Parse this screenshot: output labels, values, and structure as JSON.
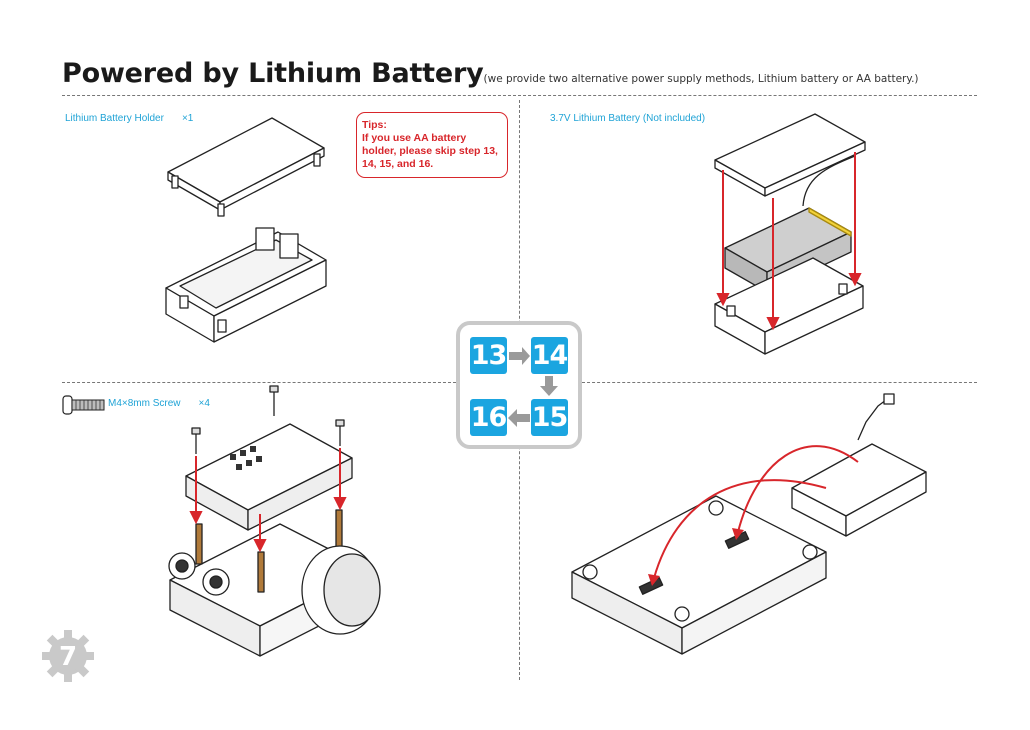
{
  "page": {
    "title": "Powered by Lithium Battery",
    "subtitle": "(we provide two alternative power supply methods, Lithium battery or AA battery.)",
    "page_number": "7"
  },
  "parts": {
    "holder": {
      "name": "Lithium Battery Holder",
      "qty": "×1"
    },
    "battery": {
      "name": "3.7V Lithium Battery (Not included)"
    },
    "screw": {
      "name": "M4×8mm Screw",
      "qty": "×4"
    }
  },
  "tips": {
    "heading": "Tips:",
    "text": "If you use AA battery holder, please skip step 13, 14, 15, and 16."
  },
  "steps": [
    "13",
    "14",
    "15",
    "16"
  ],
  "colors": {
    "accent": "#1ba5e0",
    "tip": "#d8262b",
    "arrow": "#d8262b"
  }
}
